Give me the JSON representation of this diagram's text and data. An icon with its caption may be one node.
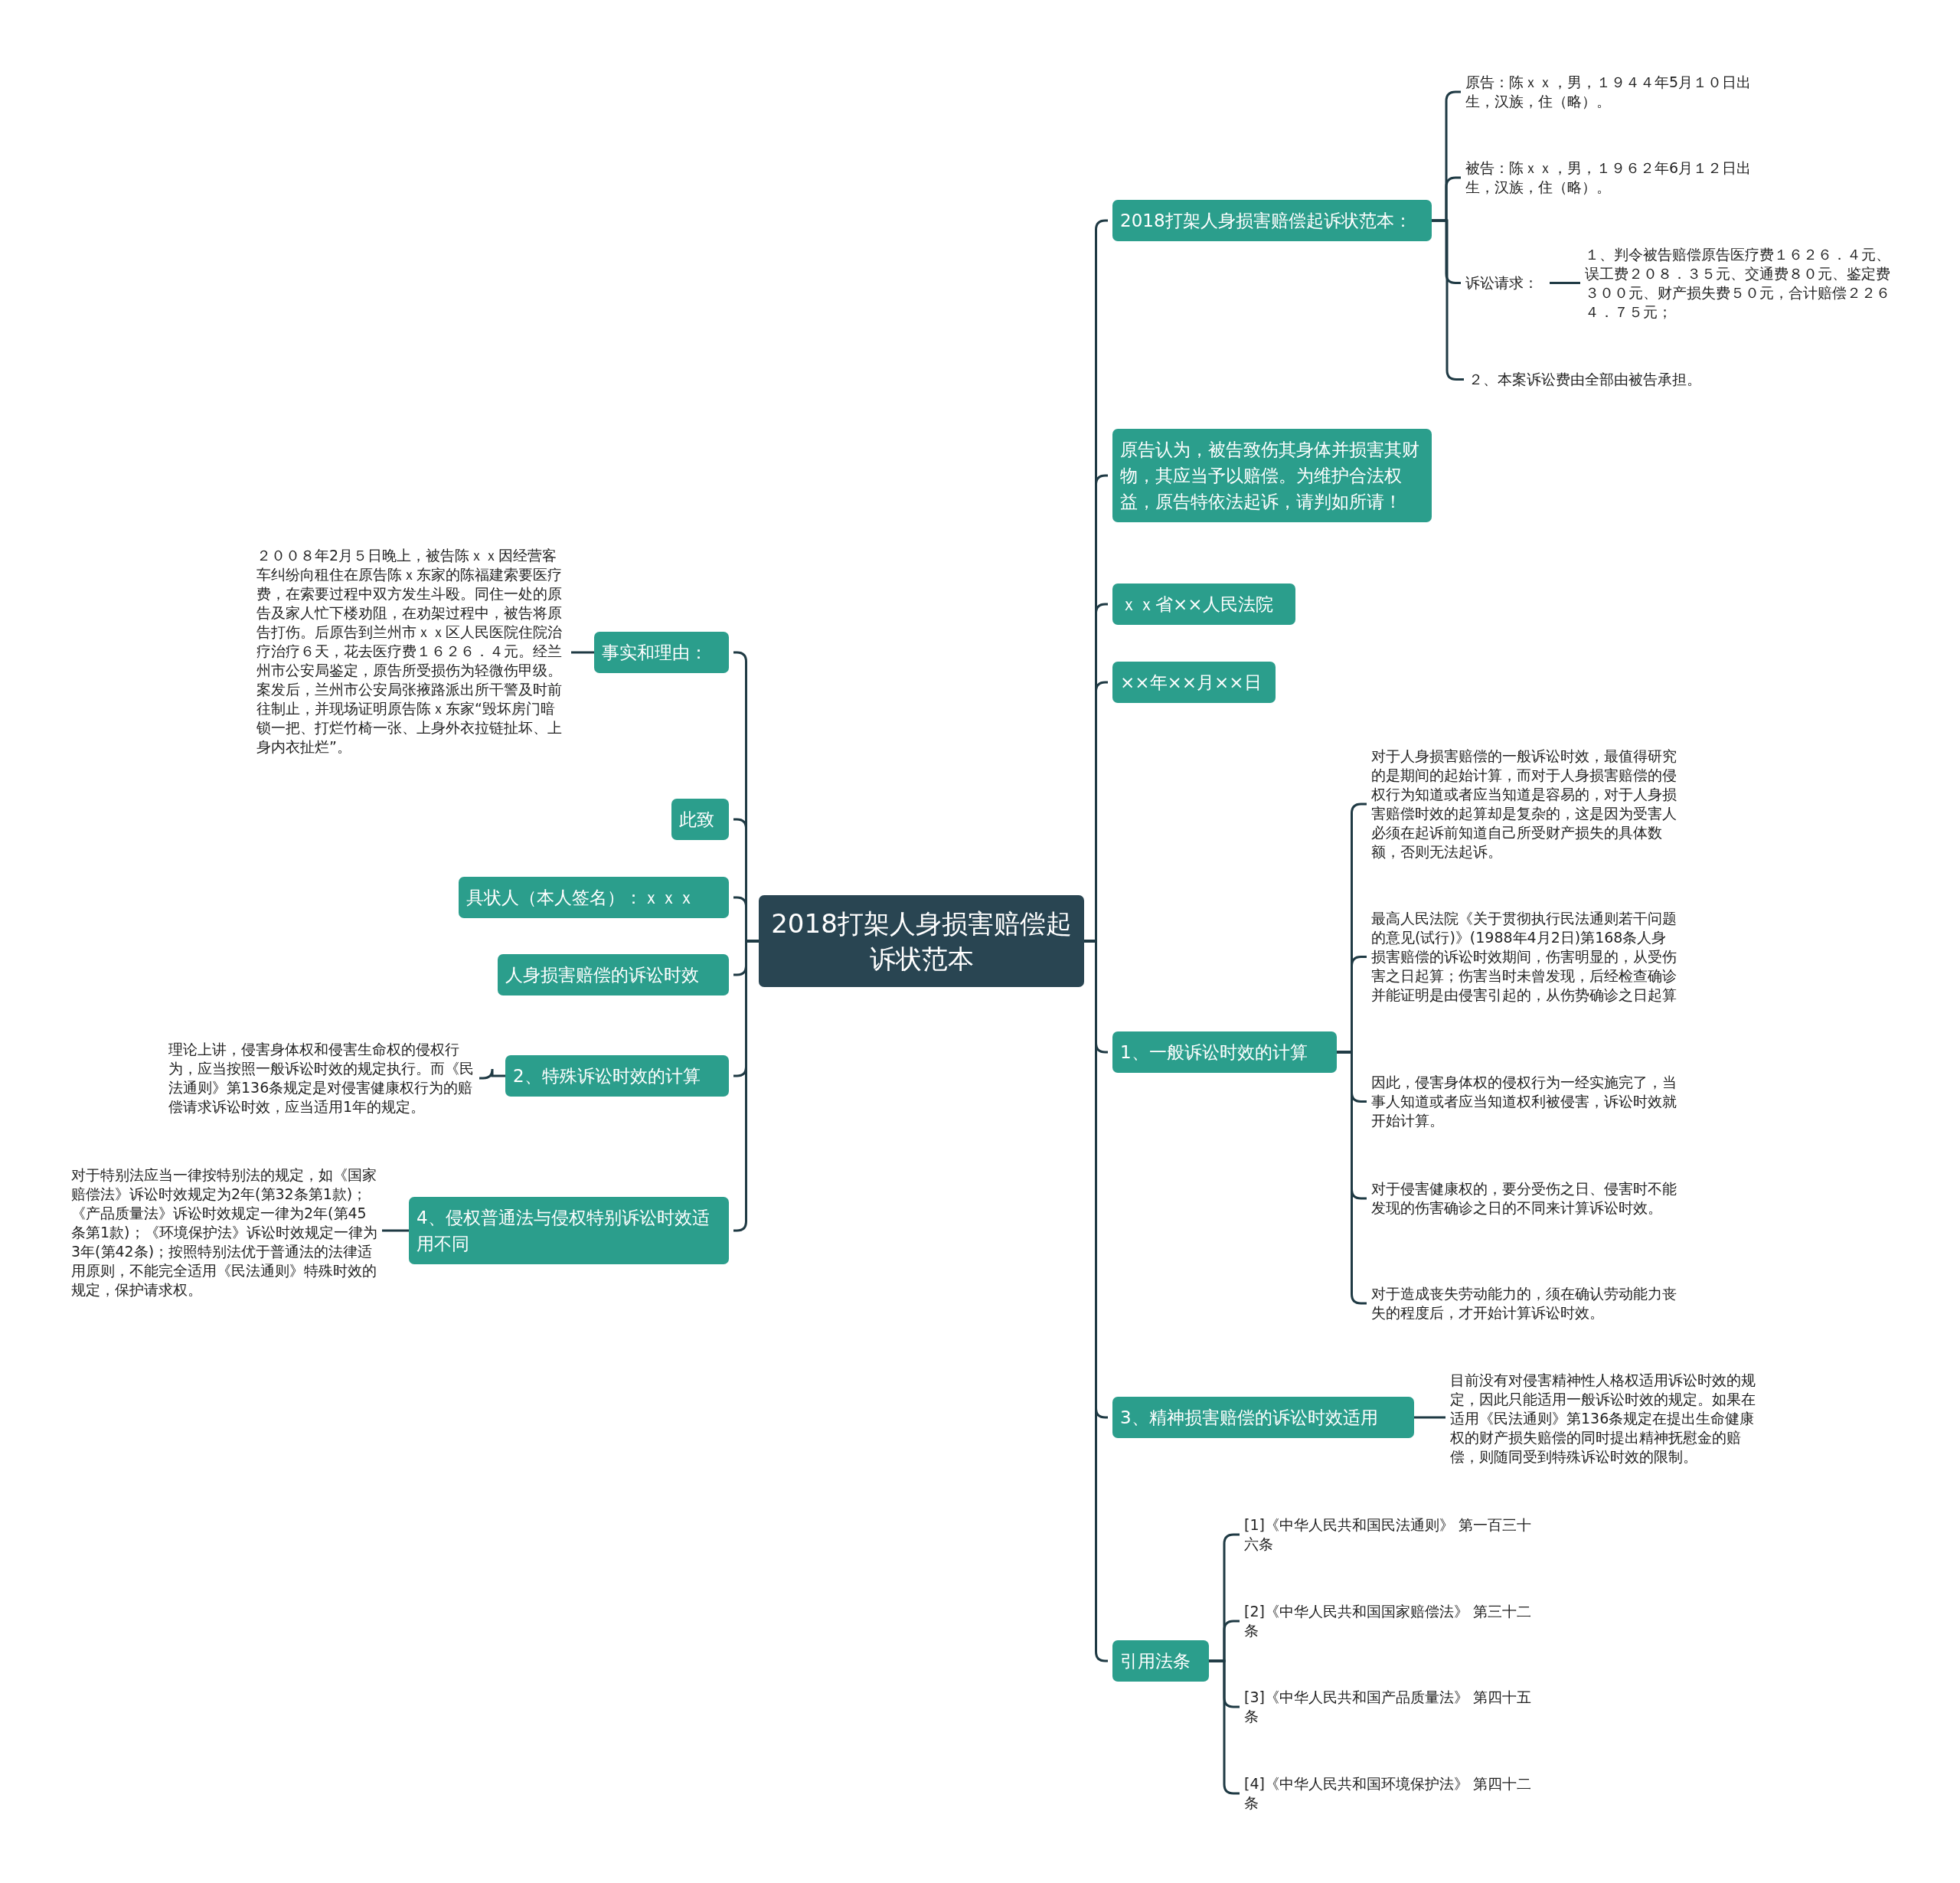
{
  "diagram": {
    "nodes": [
      {
        "text": [
          "2018打架人身损害赔偿起诉状范本"
        ]
      },
      {
        "text": [
          "2018打架人身损害赔偿起诉状范本："
        ]
      },
      {
        "text": [
          "原告：陈ｘｘ，男，１９４４年5月１０日出生，汉族，住（略）。"
        ]
      },
      {
        "text": [
          "被告：陈ｘｘ，男，１９６２年6月１２日出生，汉族，住（略）。"
        ]
      },
      {
        "text": [
          "诉讼请求："
        ]
      },
      {
        "text": [
          "１、判令被告赔偿原告医疗费１６２６．４元、误工费２０８．３５元、交通费８０元、鉴定费３００元、财产损失费５０元，合计赔偿２２６４．７５元；"
        ]
      },
      {
        "text": [
          "２、本案诉讼费由全部由被告承担。"
        ]
      },
      {
        "text": [
          "原告认为，被告致伤其身体并损害其财物，其应当予以赔偿。为维护合法权益，原告特依法起诉，请判如所请！"
        ]
      },
      {
        "text": [
          "ｘｘ省××人民法院"
        ]
      },
      {
        "text": [
          "××年××月××日"
        ]
      },
      {
        "text": [
          "1、一般诉讼时效的计算"
        ]
      },
      {
        "text": [
          "对于人身损害赔偿的一般诉讼时效，最值得研究的是期间的起始计算，而对于人身损害赔偿的侵权行为知道或者应当知道是容易的，对于人身损害赔偿时效的起算却是复杂的，这是因为受害人必须在起诉前知道自己所受财产损失的具体数额，否则无法起诉。"
        ]
      },
      {
        "text": [
          "最高人民法院《关于贯彻执行民法通则若干问题的意见(试行)》(1988年4月2日)第168条人身损害赔偿的诉讼时效期间，伤害明显的，从受伤害之日起算；伤害当时未曾发现，后经检查确诊并能证明是由侵害引起的，从伤势确诊之日起算"
        ]
      },
      {
        "text": [
          "因此，侵害身体权的侵权行为一经实施完了，当事人知道或者应当知道权利被侵害，诉讼时效就开始计算。"
        ]
      },
      {
        "text": [
          "对于侵害健康权的，要分受伤之日、侵害时不能发现的伤害确诊之日的不同来计算诉讼时效。"
        ]
      },
      {
        "text": [
          "对于造成丧失劳动能力的，须在确认劳动能力丧失的程度后，才开始计算诉讼时效。"
        ]
      },
      {
        "text": [
          "3、精神损害赔偿的诉讼时效适用"
        ]
      },
      {
        "text": [
          "目前没有对侵害精神性人格权适用诉讼时效的规定，因此只能适用一般诉讼时效的规定。如果在适用《民法通则》第136条规定在提出生命健康权的财产损失赔偿的同时提出精神抚慰金的赔偿，则随同受到特殊诉讼时效的限制。"
        ]
      },
      {
        "text": [
          "引用法条"
        ]
      },
      {
        "text": [
          "[1]《中华人民共和国民法通则》 第一百三十六条"
        ]
      },
      {
        "text": [
          "[2]《中华人民共和国国家赔偿法》 第三十二条"
        ]
      },
      {
        "text": [
          "[3]《中华人民共和国产品质量法》 第四十五条"
        ]
      },
      {
        "text": [
          "[4]《中华人民共和国环境保护法》 第四十二条"
        ]
      },
      {
        "text": [
          "事实和理由："
        ]
      },
      {
        "text": [
          "２００８年2月５日晚上，被告陈ｘｘ因经营客车纠纷向租住在原告陈ｘ东家的陈福建索要医疗费，在索要过程中双方发生斗殴。同住一处的原告及家人忙下楼劝阻，在劝架过程中，被告将原告打伤。后原告到兰州市ｘｘ区人民医院住院治疗治疗６天，花去医疗费１６２６．４元。经兰州市公安局鉴定，原告所受损伤为轻微伤甲级。案发后，兰州市公安局张掖路派出所干警及时前往制止，并现场证明原告陈ｘ东家“毁坏房门暗锁一把、打烂竹椅一张、上身外衣拉链扯坏、上身内衣扯烂”。"
        ]
      },
      {
        "text": [
          "此致"
        ]
      },
      {
        "text": [
          "具状人（本人签名）：ｘｘｘ"
        ]
      },
      {
        "text": [
          "人身损害赔偿的诉讼时效"
        ]
      },
      {
        "text": [
          "2、特殊诉讼时效的计算"
        ]
      },
      {
        "text": [
          "理论上讲，侵害身体权和侵害生命权的侵权行为，应当按照一般诉讼时效的规定执行。而《民法通则》第136条规定是对侵害健康权行为的赔偿请求诉讼时效，应当适用1年的规定。"
        ]
      },
      {
        "text": [
          "4、侵权普通法与侵权特别诉讼时效适用不同"
        ]
      },
      {
        "text": [
          "对于特别法应当一律按特别法的规定，如《国家赔偿法》诉讼时效规定为2年(第32条第1款)；《产品质量法》诉讼时效规定一律为2年(第45条第1款)；《环境保护法》诉讼时效规定一律为3年(第42条)；按照特别法优于普通法的法律适用原则，不能完全适用《民法通则》特殊时效的规定，保护请求权。"
        ]
      }
    ],
    "edges": [
      {
        "from": 0,
        "to": 1,
        "arrow": "none"
      },
      {
        "from": 1,
        "to": 2,
        "arrow": "none"
      },
      {
        "from": 1,
        "to": 3,
        "arrow": "none"
      },
      {
        "from": 1,
        "to": 4,
        "arrow": "none"
      },
      {
        "from": 4,
        "to": 5,
        "arrow": "none"
      },
      {
        "from": 1,
        "to": 6,
        "arrow": "none"
      },
      {
        "from": 0,
        "to": 7,
        "arrow": "none"
      },
      {
        "from": 0,
        "to": 8,
        "arrow": "none"
      },
      {
        "from": 0,
        "to": 9,
        "arrow": "none"
      },
      {
        "from": 0,
        "to": 10,
        "arrow": "none"
      },
      {
        "from": 10,
        "to": 11,
        "arrow": "none"
      },
      {
        "from": 10,
        "to": 12,
        "arrow": "none"
      },
      {
        "from": 10,
        "to": 13,
        "arrow": "none"
      },
      {
        "from": 10,
        "to": 14,
        "arrow": "none"
      },
      {
        "from": 10,
        "to": 15,
        "arrow": "none"
      },
      {
        "from": 0,
        "to": 16,
        "arrow": "none"
      },
      {
        "from": 16,
        "to": 17,
        "arrow": "none"
      },
      {
        "from": 0,
        "to": 18,
        "arrow": "none"
      },
      {
        "from": 18,
        "to": 19,
        "arrow": "none"
      },
      {
        "from": 18,
        "to": 20,
        "arrow": "none"
      },
      {
        "from": 18,
        "to": 21,
        "arrow": "none"
      },
      {
        "from": 18,
        "to": 22,
        "arrow": "none"
      },
      {
        "from": 0,
        "to": 23,
        "arrow": "none"
      },
      {
        "from": 23,
        "to": 24,
        "arrow": "none"
      },
      {
        "from": 0,
        "to": 25,
        "arrow": "none"
      },
      {
        "from": 0,
        "to": 26,
        "arrow": "none"
      },
      {
        "from": 0,
        "to": 27,
        "arrow": "none"
      },
      {
        "from": 0,
        "to": 28,
        "arrow": "none"
      },
      {
        "from": 28,
        "to": 29,
        "arrow": "none"
      },
      {
        "from": 0,
        "to": 30,
        "arrow": "none"
      },
      {
        "from": 30,
        "to": 31,
        "arrow": "none"
      }
    ]
  }
}
